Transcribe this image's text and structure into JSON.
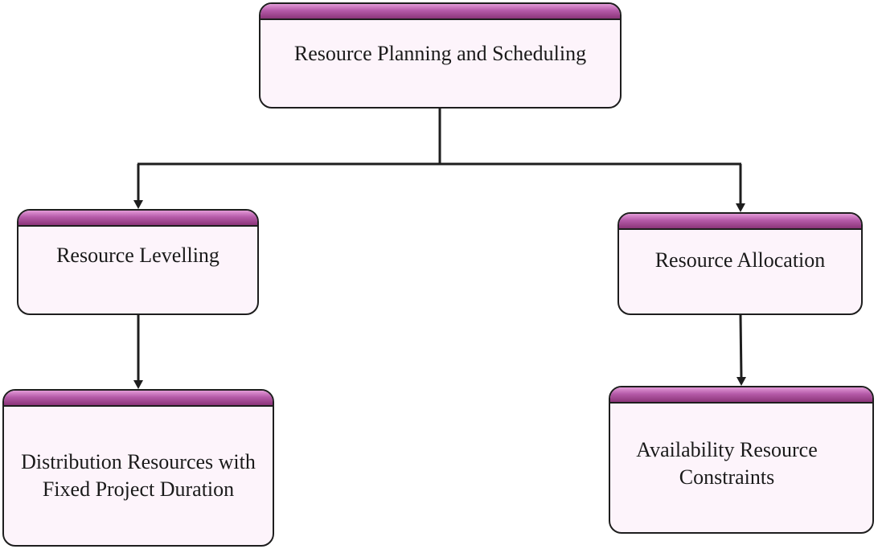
{
  "diagram": {
    "nodes": {
      "root": "Resource Planning and Scheduling",
      "levelling": "Resource Levelling",
      "allocation": "Resource Allocation",
      "distribution": "Distribution Resources with\nFixed Project Duration",
      "availability": "Availability Resource\nConstraints"
    },
    "edges": [
      {
        "from": "root",
        "to": "levelling"
      },
      {
        "from": "root",
        "to": "allocation"
      },
      {
        "from": "levelling",
        "to": "distribution"
      },
      {
        "from": "allocation",
        "to": "availability"
      }
    ],
    "colors": {
      "cap_top": "#e39ad8",
      "cap_bottom": "#8b3579",
      "box_fill": "#fdf4fb",
      "line": "#1e1e1e"
    }
  }
}
